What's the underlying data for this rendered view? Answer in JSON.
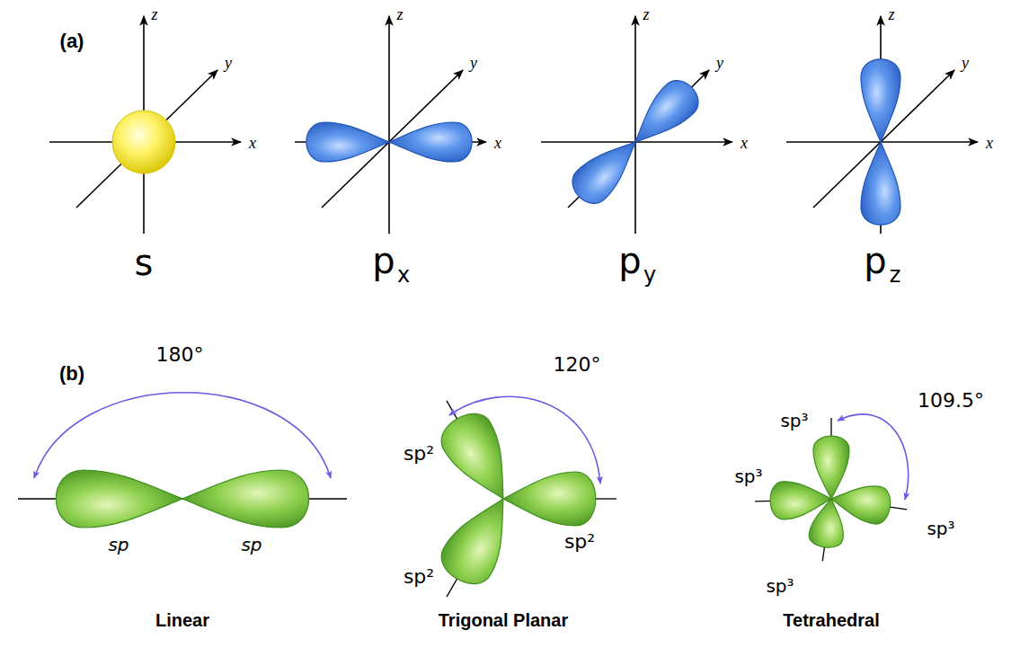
{
  "diagram": {
    "labels": [
      "(a)",
      "z",
      "y",
      "x",
      "s",
      "z",
      "y",
      "x",
      "p",
      "x",
      "z",
      "y",
      "x",
      "p",
      "y",
      "z",
      "y",
      "x",
      "p",
      "z",
      "(b)",
      "180°",
      "sp",
      "sp",
      "120°",
      "sp²",
      "sp²",
      "sp²",
      "109.5°",
      "sp³",
      "sp³",
      "sp³",
      "sp³",
      "Linear",
      "Trigonal Planar",
      "Tetrahedral"
    ]
  }
}
